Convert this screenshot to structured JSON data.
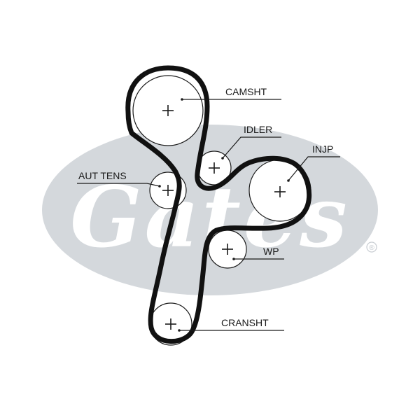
{
  "logo": {
    "text": "Gates",
    "registered": "®",
    "color": "#d4d8dc"
  },
  "belt_color": "#111111",
  "labels": {
    "camshaft": "CAMSHT",
    "idler": "IDLER",
    "injection_pump": "INJP",
    "auto_tensioner": "AUT TENS",
    "water_pump": "WP",
    "crankshaft": "CRANSHT"
  }
}
